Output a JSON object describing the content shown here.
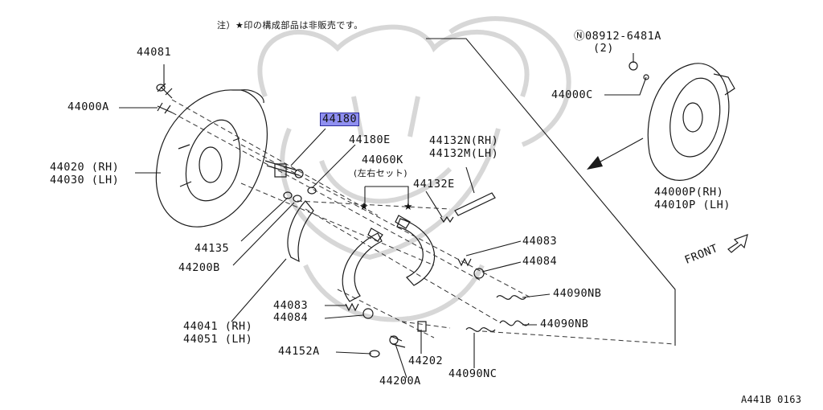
{
  "note": "注）★印の構成部品は非販売です。",
  "diagram_id": "A441B 0163",
  "selected_part": "44180",
  "front_label": "FRONT",
  "star_symbol": "★",
  "labels": {
    "p44081": "44081",
    "p44000a": "44000A",
    "p44020": "44020 (RH)",
    "p44030": "44030 (LH)",
    "p44180e": "44180E",
    "p44060k": "44060K",
    "p44060k_note": "(左右セット)",
    "p44132n": "44132N(RH)",
    "p44132m": "44132M(LH)",
    "p44132e": "44132E",
    "p44135": "44135",
    "p44200b": "44200B",
    "p44083_r": "44083",
    "p44084_r": "44084",
    "p44090nb_1": "44090NB",
    "p44090nb_2": "44090NB",
    "p44083_l": "44083",
    "p44084_l": "44084",
    "p44041": "44041 (RH)",
    "p44051": "44051 (LH)",
    "p44152a": "44152A",
    "p44202": "44202",
    "p44200a": "44200A",
    "p44090nc": "44090NC",
    "p08912": "Ⓝ08912-6481A",
    "p08912_qty": "(2)",
    "p44000c": "44000C",
    "p44000p": "44000P(RH)",
    "p44010p": "44010P (LH)"
  }
}
